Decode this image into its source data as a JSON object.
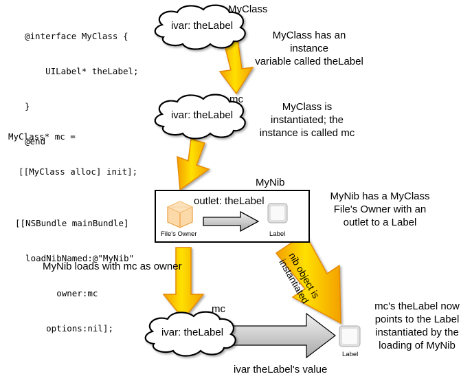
{
  "code": {
    "interface": [
      "@interface MyClass {",
      "    UILabel* theLabel;",
      "}",
      "@end"
    ],
    "instantiate": [
      "MyClass* mc =",
      "  [[MyClass alloc] init];"
    ],
    "load_nib": [
      "[[NSBundle mainBundle]",
      "  loadNibNamed:@\"MyNib\"",
      "        owner:mc",
      "      options:nil];"
    ]
  },
  "clouds": {
    "top_ivar": "ivar: theLabel",
    "mid_ivar": "ivar: theLabel",
    "bottom_ivar": "ivar: theLabel"
  },
  "labels": {
    "myclass_title": "MyClass",
    "mc_title_mid": "mc",
    "mc_title_bottom": "mc",
    "mynib_title": "MyNib",
    "outlet": "outlet: theLabel",
    "files_owner": "File's Owner",
    "label_in_nib": "Label",
    "label_bottom": "Label",
    "nib_loads": "MyNib loads with mc as owner",
    "ivar_value": "ivar theLabel's value",
    "nib_object_arrow": [
      "nib object is",
      "instantiated"
    ]
  },
  "notes": {
    "myclass_note": [
      "MyClass has an instance",
      "variable called theLabel"
    ],
    "instantiated_note": [
      "MyClass is",
      "instantiated; the",
      "instance is called mc"
    ],
    "mynib_note": [
      "MyNib has a MyClass",
      "File's Owner with an",
      "outlet to a Label"
    ],
    "final_note": [
      "mc's theLabel now",
      "points to the Label",
      "instantiated by the",
      "loading of MyNib"
    ]
  },
  "colors": {
    "arrow_fill": "#f9d200",
    "arrow_edge": "#f08a00",
    "cube": "#f5b45a",
    "gray_arrow": "#bdbdbd"
  }
}
